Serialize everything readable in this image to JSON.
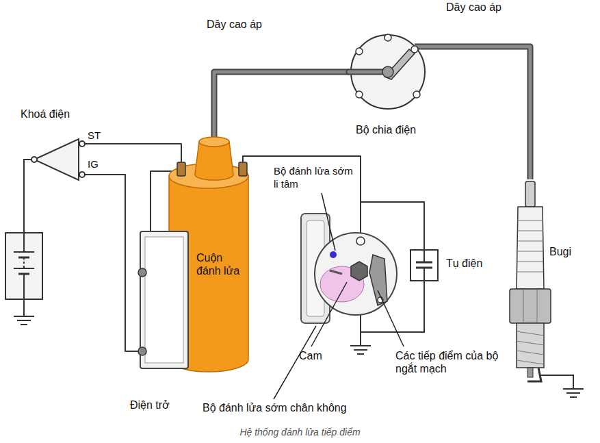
{
  "diagram": {
    "caption": "Hệ thống đánh lửa tiếp điểm",
    "nodes": [
      {
        "text": [
          "Khoá điện"
        ]
      },
      {
        "text": [
          "Cuộn đánh lửa"
        ]
      },
      {
        "text": [
          "Điện trở"
        ]
      },
      {
        "text": [
          "Bộ chia điện"
        ]
      },
      {
        "text": [
          "Tụ điện"
        ]
      },
      {
        "text": [
          "Bugi"
        ]
      }
    ],
    "edges": [
      {
        "from": 0,
        "to": 1,
        "arrow": "none"
      },
      {
        "from": 0,
        "to": 2,
        "arrow": "none"
      },
      {
        "from": 2,
        "to": 1,
        "arrow": "none"
      },
      {
        "from": 1,
        "to": 3,
        "label": "Dây cao áp",
        "arrow": "none"
      },
      {
        "from": 3,
        "to": 5,
        "label": "Dây cao áp",
        "arrow": "none"
      },
      {
        "from": 1,
        "to": 4,
        "arrow": "none"
      }
    ],
    "labels": [
      "ST",
      "IG",
      "Bộ đánh lửa sớm li tâm",
      "Cam",
      "Các tiếp điểm của bộ ngắt mạch",
      "Bộ đánh lửa sớm chân không"
    ]
  }
}
